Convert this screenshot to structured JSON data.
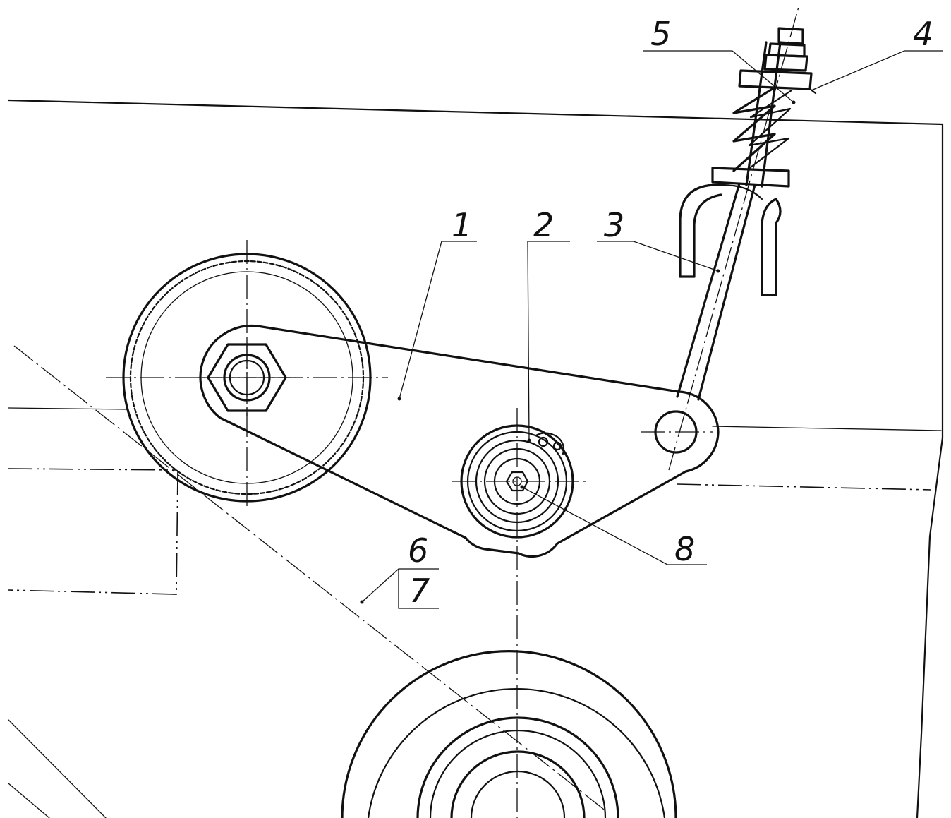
{
  "figure": {
    "callouts": [
      {
        "key": "lever",
        "label": "1"
      },
      {
        "key": "pivot",
        "label": "2"
      },
      {
        "key": "rod",
        "label": "3"
      },
      {
        "key": "nut",
        "label": "4"
      },
      {
        "key": "spring",
        "label": "5"
      },
      {
        "key": "line6",
        "label": "6"
      },
      {
        "key": "line7",
        "label": "7"
      },
      {
        "key": "axle",
        "label": "8"
      }
    ]
  }
}
